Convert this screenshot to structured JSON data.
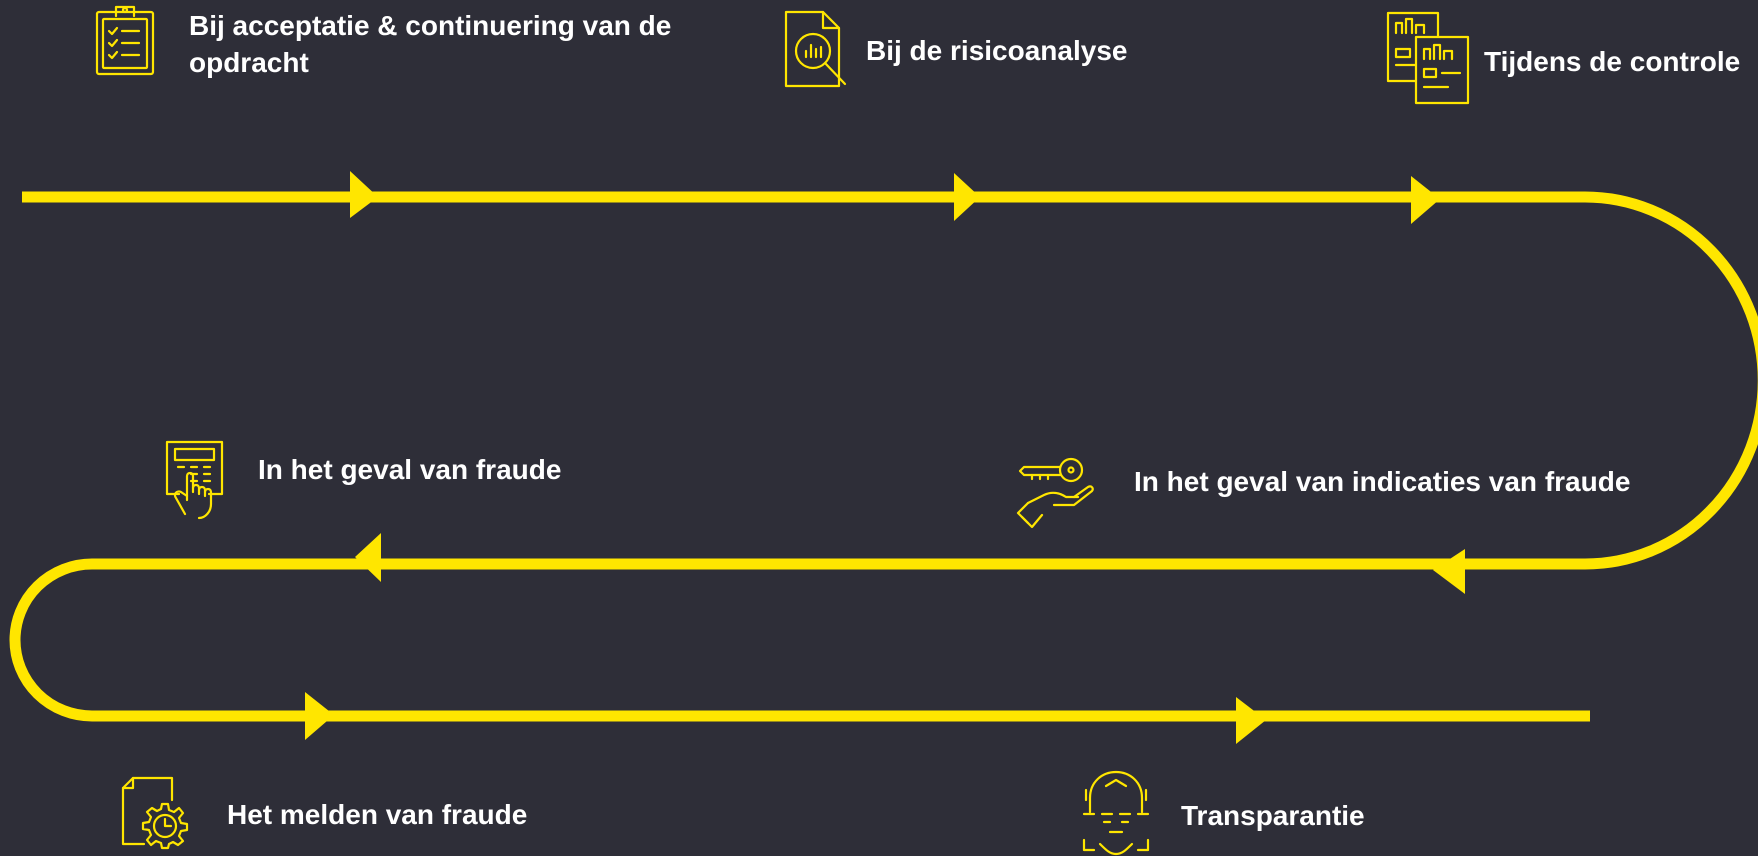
{
  "theme": {
    "background": "#2e2e38",
    "accent": "#ffe600",
    "text": "#ffffff"
  },
  "steps": [
    {
      "label": "Bij acceptatie & continuering  van de opdracht",
      "icon": "clipboard-checklist-icon"
    },
    {
      "label": "Bij de risicoanalyse",
      "icon": "document-analysis-icon"
    },
    {
      "label": "Tijdens de controle",
      "icon": "reports-icon"
    },
    {
      "label": "In het geval van indicaties van fraude",
      "icon": "hand-key-icon"
    },
    {
      "label": "In het geval van fraude",
      "icon": "calculator-hand-icon"
    },
    {
      "label": "Het melden van fraude",
      "icon": "document-gear-clock-icon"
    },
    {
      "label": "Transparantie",
      "icon": "face-scan-icon"
    }
  ]
}
